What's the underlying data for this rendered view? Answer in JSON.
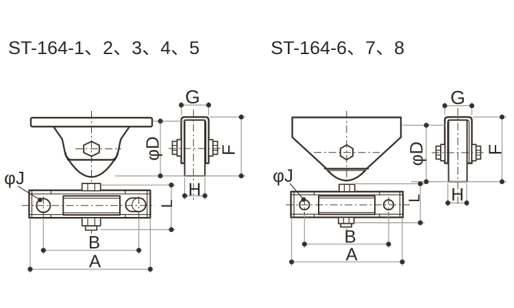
{
  "colors": {
    "ink": "#3a312a",
    "dim_line": "#9b958e",
    "label_text": "#2f2822",
    "background": "#ffffff"
  },
  "left": {
    "title": "ST-164-1、2、3、4、5",
    "dims": {
      "G": "G",
      "D": "φD",
      "F": "F",
      "H": "H",
      "J": "φJ",
      "L": "L",
      "B": "B",
      "A": "A"
    }
  },
  "right": {
    "title": "ST-164-6、7、8",
    "dims": {
      "G": "G",
      "D": "φD",
      "F": "F",
      "H": "H",
      "J": "φJ",
      "L": "L",
      "B": "B",
      "A": "A"
    }
  }
}
